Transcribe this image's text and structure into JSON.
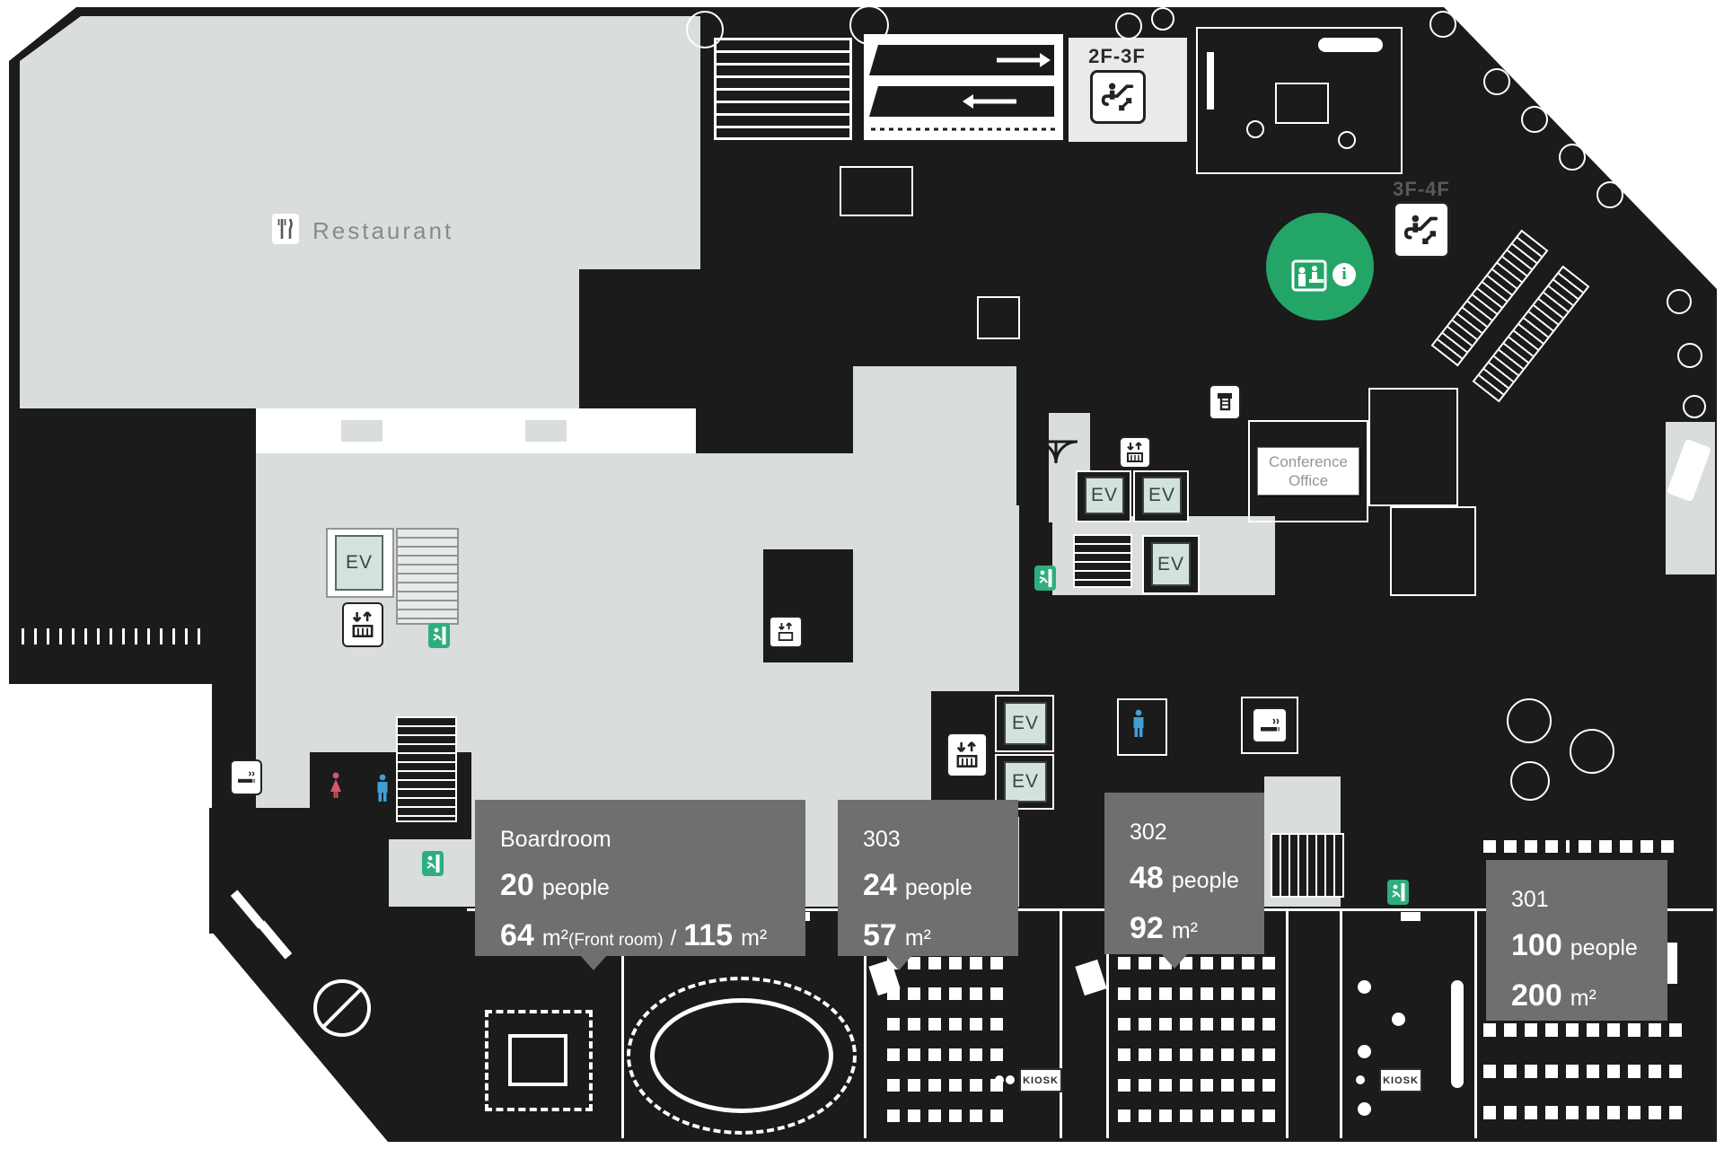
{
  "palette": {
    "plan_black": "#1b1b1b",
    "floor_gray": "#d9dddd",
    "tooltip_gray": "#6f6f6f",
    "marker_green": "#23a567",
    "exit_green": "#2fae7d",
    "elevator_fill": "#d3e2da",
    "male_blue": "#3f9fd4",
    "female_pink": "#d9566c",
    "restaurant_text": "#8a8a8a",
    "office_text": "#9c938e"
  },
  "labels": {
    "restaurant": "Restaurant",
    "escalator_upper": "2F-3F",
    "escalator_lower": "3F-4F",
    "conference_office_line1": "Conference",
    "conference_office_line2": "Office",
    "ev": "EV",
    "kiosk": "KIOSK",
    "info_glyph": "i"
  },
  "tooltips": {
    "boardroom": {
      "room": "Boardroom",
      "people": "20",
      "people_unit": "people",
      "area": "64",
      "area_unit": "m²",
      "area_note": "(Front room)",
      "separator": "/",
      "area2": "115",
      "area2_unit": "m²"
    },
    "room303": {
      "room": "303",
      "people": "24",
      "people_unit": "people",
      "area": "57",
      "area_unit": "m²"
    },
    "room302": {
      "room": "302",
      "people": "48",
      "people_unit": "people",
      "area": "92",
      "area_unit": "m²"
    },
    "room301": {
      "room": "301",
      "people": "100",
      "people_unit": "people",
      "area": "200",
      "area_unit": "m²"
    }
  }
}
